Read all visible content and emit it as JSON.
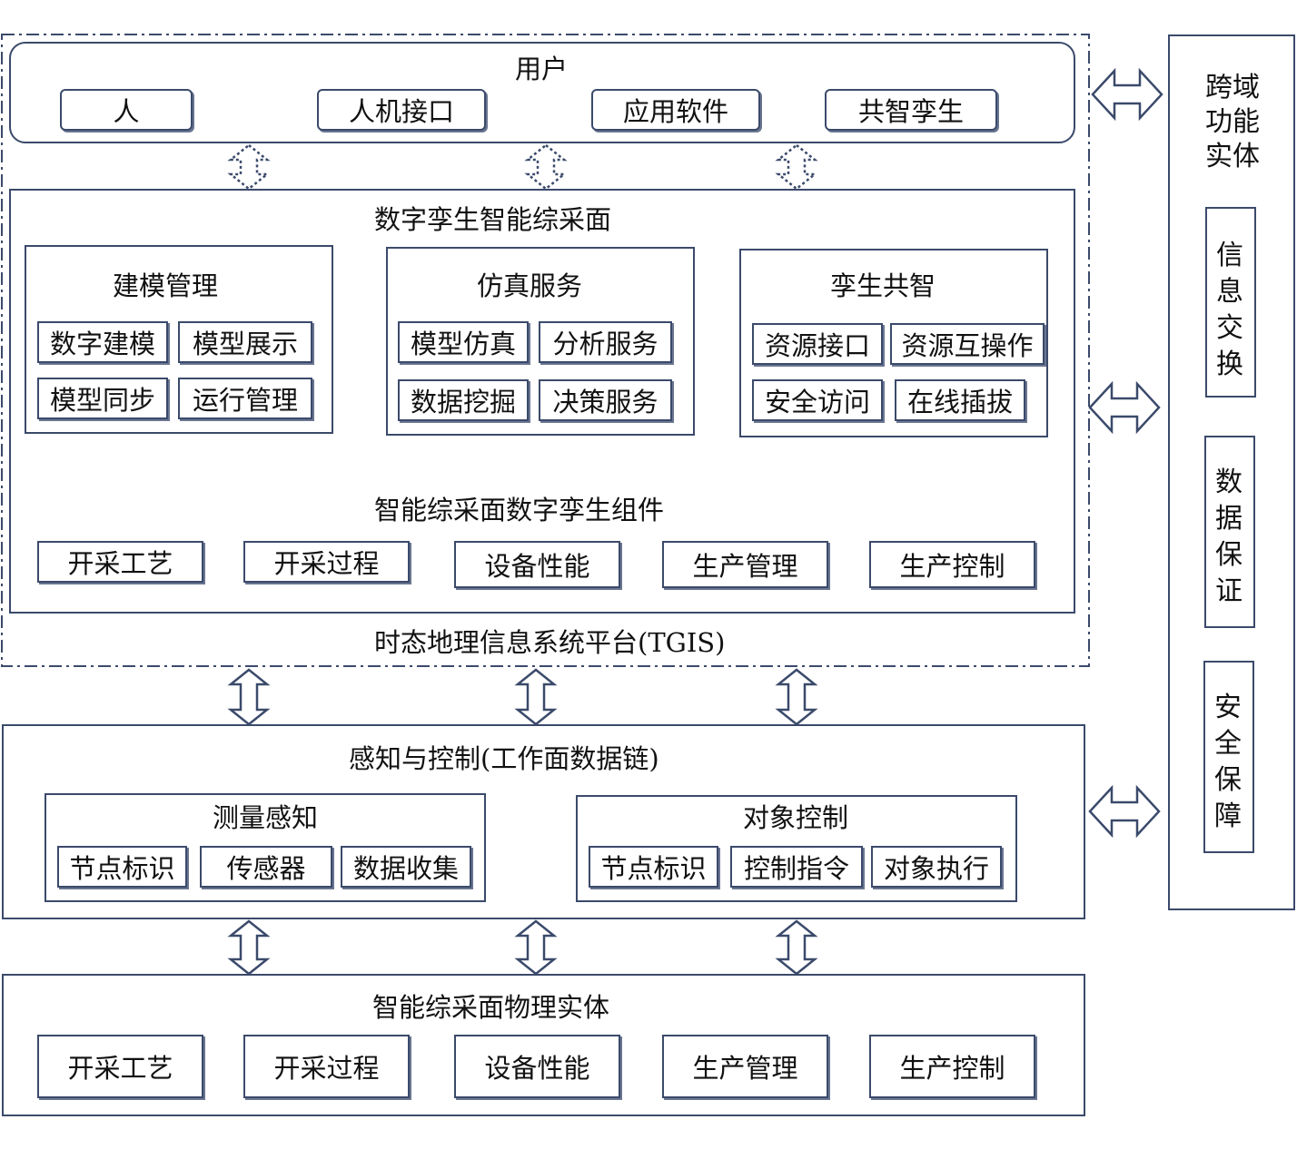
{
  "user_layer": {
    "title": "用户",
    "items": [
      "人",
      "人机接口",
      "应用软件",
      "共智孪生"
    ]
  },
  "twin_layer": {
    "title": "数字孪生智能综采面",
    "modules": [
      {
        "title": "建模管理",
        "items": [
          "数字建模",
          "模型展示",
          "模型同步",
          "运行管理"
        ]
      },
      {
        "title": "仿真服务",
        "items": [
          "模型仿真",
          "分析服务",
          "数据挖掘",
          "决策服务"
        ]
      },
      {
        "title": "孪生共智",
        "items": [
          "资源接口",
          "资源互操作",
          "安全访问",
          "在线插拔"
        ]
      }
    ],
    "components": {
      "title": "智能综采面数字孪生组件",
      "items": [
        "开采工艺",
        "开采过程",
        "设备性能",
        "生产管理",
        "生产控制"
      ]
    },
    "platform": "时态地理信息系统平台(TGIS)"
  },
  "sensing_layer": {
    "title": "感知与控制(工作面数据链)",
    "groups": [
      {
        "title": "测量感知",
        "items": [
          "节点标识",
          "传感器",
          "数据收集"
        ]
      },
      {
        "title": "对象控制",
        "items": [
          "节点标识",
          "控制指令",
          "对象执行"
        ]
      }
    ]
  },
  "physical_layer": {
    "title": "智能综采面物理实体",
    "items": [
      "开采工艺",
      "开采过程",
      "设备性能",
      "生产管理",
      "生产控制"
    ]
  },
  "cross_domain": {
    "title": "跨域功能实体",
    "items": [
      "信息交换",
      "数据保证",
      "安全保障"
    ]
  },
  "colors": {
    "stroke": "#3b4a6b",
    "arrow": "#4a6aa8"
  }
}
